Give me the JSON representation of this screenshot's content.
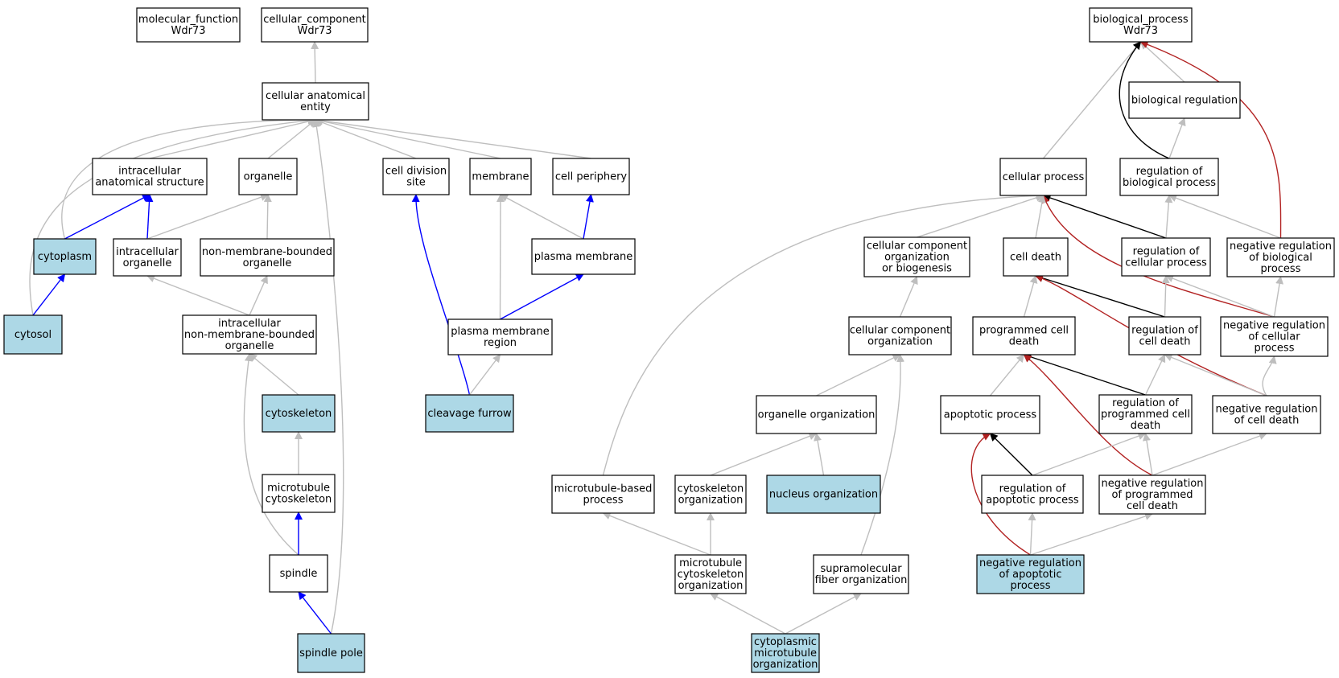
{
  "colors": {
    "node_fill": "#ffffff",
    "annotated_fill": "#add8e6",
    "node_stroke": "#000000",
    "edge_is_a": "#bebebe",
    "edge_part_of": "#0000ff",
    "edge_regulates": "#000000",
    "edge_negatively_regulates": "#b22222"
  },
  "nodes": [
    {
      "id": "mf",
      "lines": [
        "molecular_function",
        "Wdr73"
      ],
      "annotated": false
    },
    {
      "id": "cc",
      "lines": [
        "cellular_component",
        "Wdr73"
      ],
      "annotated": false
    },
    {
      "id": "bp",
      "lines": [
        "biological_process",
        "Wdr73"
      ],
      "annotated": false
    },
    {
      "id": "cae",
      "lines": [
        "cellular anatomical",
        "entity"
      ],
      "annotated": false
    },
    {
      "id": "ias",
      "lines": [
        "intracellular",
        "anatomical structure"
      ],
      "annotated": false
    },
    {
      "id": "org",
      "lines": [
        "organelle"
      ],
      "annotated": false
    },
    {
      "id": "cds",
      "lines": [
        "cell division",
        "site"
      ],
      "annotated": false
    },
    {
      "id": "mem",
      "lines": [
        "membrane"
      ],
      "annotated": false
    },
    {
      "id": "cper",
      "lines": [
        "cell periphery"
      ],
      "annotated": false
    },
    {
      "id": "cyt",
      "lines": [
        "cytoplasm"
      ],
      "annotated": true
    },
    {
      "id": "iorg",
      "lines": [
        "intracellular",
        "organelle"
      ],
      "annotated": false
    },
    {
      "id": "nmbo",
      "lines": [
        "non-membrane-bounded",
        "organelle"
      ],
      "annotated": false
    },
    {
      "id": "pm",
      "lines": [
        "plasma membrane"
      ],
      "annotated": false
    },
    {
      "id": "cytosol",
      "lines": [
        "cytosol"
      ],
      "annotated": true
    },
    {
      "id": "inmbo",
      "lines": [
        "intracellular",
        "non-membrane-bounded",
        "organelle"
      ],
      "annotated": false
    },
    {
      "id": "pmr",
      "lines": [
        "plasma membrane",
        "region"
      ],
      "annotated": false
    },
    {
      "id": "cysk",
      "lines": [
        "cytoskeleton"
      ],
      "annotated": true
    },
    {
      "id": "cf",
      "lines": [
        "cleavage furrow"
      ],
      "annotated": true
    },
    {
      "id": "mtcs",
      "lines": [
        "microtubule",
        "cytoskeleton"
      ],
      "annotated": false
    },
    {
      "id": "spindle",
      "lines": [
        "spindle"
      ],
      "annotated": false
    },
    {
      "id": "sp",
      "lines": [
        "spindle pole"
      ],
      "annotated": true
    },
    {
      "id": "breg",
      "lines": [
        "biological regulation"
      ],
      "annotated": false
    },
    {
      "id": "cp",
      "lines": [
        "cellular process"
      ],
      "annotated": false
    },
    {
      "id": "rbp",
      "lines": [
        "regulation of",
        "biological process"
      ],
      "annotated": false
    },
    {
      "id": "ccob",
      "lines": [
        "cellular component",
        "organization",
        "or biogenesis"
      ],
      "annotated": false
    },
    {
      "id": "cd",
      "lines": [
        "cell death"
      ],
      "annotated": false
    },
    {
      "id": "rcp",
      "lines": [
        "regulation of",
        "cellular process"
      ],
      "annotated": false
    },
    {
      "id": "nrbp",
      "lines": [
        "negative regulation",
        "of biological",
        "process"
      ],
      "annotated": false
    },
    {
      "id": "cco",
      "lines": [
        "cellular component",
        "organization"
      ],
      "annotated": false
    },
    {
      "id": "pcd",
      "lines": [
        "programmed cell",
        "death"
      ],
      "annotated": false
    },
    {
      "id": "rcd",
      "lines": [
        "regulation of",
        "cell death"
      ],
      "annotated": false
    },
    {
      "id": "nrcp",
      "lines": [
        "negative regulation",
        "of cellular",
        "process"
      ],
      "annotated": false
    },
    {
      "id": "oo",
      "lines": [
        "organelle organization"
      ],
      "annotated": false
    },
    {
      "id": "ap",
      "lines": [
        "apoptotic process"
      ],
      "annotated": false
    },
    {
      "id": "rpcd",
      "lines": [
        "regulation of",
        "programmed cell",
        "death"
      ],
      "annotated": false
    },
    {
      "id": "nrcd",
      "lines": [
        "negative regulation",
        "of cell death"
      ],
      "annotated": false
    },
    {
      "id": "mtbp",
      "lines": [
        "microtubule-based",
        "process"
      ],
      "annotated": false
    },
    {
      "id": "csko",
      "lines": [
        "cytoskeleton",
        "organization"
      ],
      "annotated": false
    },
    {
      "id": "no",
      "lines": [
        "nucleus organization"
      ],
      "annotated": true
    },
    {
      "id": "rap",
      "lines": [
        "regulation of",
        "apoptotic process"
      ],
      "annotated": false
    },
    {
      "id": "nrpcd",
      "lines": [
        "negative regulation",
        "of programmed",
        "cell death"
      ],
      "annotated": false
    },
    {
      "id": "mtcso",
      "lines": [
        "microtubule",
        "cytoskeleton",
        "organization"
      ],
      "annotated": false
    },
    {
      "id": "sfo",
      "lines": [
        "supramolecular",
        "fiber organization"
      ],
      "annotated": false
    },
    {
      "id": "nrap",
      "lines": [
        "negative regulation",
        "of apoptotic",
        "process"
      ],
      "annotated": true
    },
    {
      "id": "cmto",
      "lines": [
        "cytoplasmic",
        "microtubule",
        "organization"
      ],
      "annotated": true
    }
  ],
  "edges": [
    {
      "from": "cae",
      "to": "cc",
      "type": "is_a"
    },
    {
      "from": "ias",
      "to": "cae",
      "type": "is_a"
    },
    {
      "from": "org",
      "to": "cae",
      "type": "is_a"
    },
    {
      "from": "cds",
      "to": "cae",
      "type": "is_a"
    },
    {
      "from": "mem",
      "to": "cae",
      "type": "is_a"
    },
    {
      "from": "cper",
      "to": "cae",
      "type": "is_a"
    },
    {
      "from": "cyt",
      "to": "cae",
      "type": "is_a"
    },
    {
      "from": "cytosol",
      "to": "cae",
      "type": "is_a"
    },
    {
      "from": "sp",
      "to": "cae",
      "type": "is_a"
    },
    {
      "from": "cyt",
      "to": "ias",
      "type": "part_of"
    },
    {
      "from": "iorg",
      "to": "ias",
      "type": "part_of"
    },
    {
      "from": "iorg",
      "to": "org",
      "type": "is_a"
    },
    {
      "from": "nmbo",
      "to": "org",
      "type": "is_a"
    },
    {
      "from": "cytosol",
      "to": "cyt",
      "type": "part_of"
    },
    {
      "from": "inmbo",
      "to": "iorg",
      "type": "is_a"
    },
    {
      "from": "inmbo",
      "to": "nmbo",
      "type": "is_a"
    },
    {
      "from": "pm",
      "to": "mem",
      "type": "is_a"
    },
    {
      "from": "pm",
      "to": "cper",
      "type": "part_of"
    },
    {
      "from": "pmr",
      "to": "mem",
      "type": "is_a"
    },
    {
      "from": "pmr",
      "to": "pm",
      "type": "part_of"
    },
    {
      "from": "cf",
      "to": "cds",
      "type": "part_of"
    },
    {
      "from": "cf",
      "to": "pmr",
      "type": "is_a"
    },
    {
      "from": "cysk",
      "to": "inmbo",
      "type": "is_a"
    },
    {
      "from": "spindle",
      "to": "inmbo",
      "type": "is_a"
    },
    {
      "from": "mtcs",
      "to": "cysk",
      "type": "is_a"
    },
    {
      "from": "spindle",
      "to": "mtcs",
      "type": "part_of"
    },
    {
      "from": "sp",
      "to": "spindle",
      "type": "part_of"
    },
    {
      "from": "breg",
      "to": "bp",
      "type": "is_a"
    },
    {
      "from": "cp",
      "to": "bp",
      "type": "is_a"
    },
    {
      "from": "rbp",
      "to": "bp",
      "type": "regulates"
    },
    {
      "from": "nrbp",
      "to": "bp",
      "type": "negatively_regulates"
    },
    {
      "from": "rbp",
      "to": "breg",
      "type": "is_a"
    },
    {
      "from": "rcp",
      "to": "cp",
      "type": "regulates"
    },
    {
      "from": "nrcp",
      "to": "cp",
      "type": "negatively_regulates"
    },
    {
      "from": "ccob",
      "to": "cp",
      "type": "is_a"
    },
    {
      "from": "cd",
      "to": "cp",
      "type": "is_a"
    },
    {
      "from": "mtbp",
      "to": "cp",
      "type": "is_a"
    },
    {
      "from": "rcp",
      "to": "rbp",
      "type": "is_a"
    },
    {
      "from": "nrbp",
      "to": "rbp",
      "type": "is_a"
    },
    {
      "from": "cco",
      "to": "ccob",
      "type": "is_a"
    },
    {
      "from": "pcd",
      "to": "cd",
      "type": "is_a"
    },
    {
      "from": "rcd",
      "to": "cd",
      "type": "regulates"
    },
    {
      "from": "nrcd",
      "to": "cd",
      "type": "negatively_regulates"
    },
    {
      "from": "rcd",
      "to": "rcp",
      "type": "is_a"
    },
    {
      "from": "nrcp",
      "to": "rcp",
      "type": "is_a"
    },
    {
      "from": "nrcp",
      "to": "nrbp",
      "type": "is_a"
    },
    {
      "from": "oo",
      "to": "cco",
      "type": "is_a"
    },
    {
      "from": "sfo",
      "to": "cco",
      "type": "is_a"
    },
    {
      "from": "ap",
      "to": "pcd",
      "type": "is_a"
    },
    {
      "from": "rpcd",
      "to": "pcd",
      "type": "regulates"
    },
    {
      "from": "nrpcd",
      "to": "pcd",
      "type": "negatively_regulates"
    },
    {
      "from": "rpcd",
      "to": "rcd",
      "type": "is_a"
    },
    {
      "from": "nrcd",
      "to": "rcd",
      "type": "is_a"
    },
    {
      "from": "nrcd",
      "to": "nrcp",
      "type": "is_a"
    },
    {
      "from": "csko",
      "to": "oo",
      "type": "is_a"
    },
    {
      "from": "no",
      "to": "oo",
      "type": "is_a"
    },
    {
      "from": "rap",
      "to": "ap",
      "type": "regulates"
    },
    {
      "from": "nrap",
      "to": "ap",
      "type": "negatively_regulates"
    },
    {
      "from": "rap",
      "to": "rpcd",
      "type": "is_a"
    },
    {
      "from": "nrpcd",
      "to": "rpcd",
      "type": "is_a"
    },
    {
      "from": "nrpcd",
      "to": "nrcd",
      "type": "is_a"
    },
    {
      "from": "mtcso",
      "to": "mtbp",
      "type": "is_a"
    },
    {
      "from": "mtcso",
      "to": "csko",
      "type": "is_a"
    },
    {
      "from": "nrap",
      "to": "rap",
      "type": "is_a"
    },
    {
      "from": "nrap",
      "to": "nrpcd",
      "type": "is_a"
    },
    {
      "from": "cmto",
      "to": "mtcso",
      "type": "is_a"
    },
    {
      "from": "cmto",
      "to": "sfo",
      "type": "is_a"
    }
  ]
}
